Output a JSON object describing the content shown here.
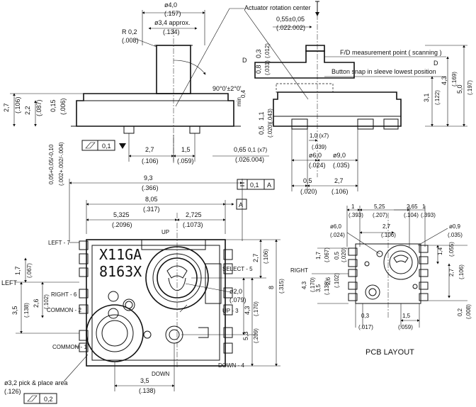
{
  "side_view_left": {
    "dia_4": "ø4,0",
    "dia_4_in": "(.157)",
    "dia_34": "ø3,4 approx.",
    "dia_34_in": "(.134)",
    "radius": "R 0,2",
    "radius_in": "(.008)",
    "angle": "90°0'±2°0'",
    "h27": "2,7",
    "h27_in": "(.106)",
    "h22": "2,2",
    "h22_in": "(.087)",
    "h015": "0,15",
    "h015_in": "(.006)",
    "flat": "0,1",
    "tol_left": "0,05+0,05/-0,10",
    "tol_left_in": "(.002+.002/-.004)",
    "w27": "2,7",
    "w27_in": "(.106)",
    "w15": "1,5",
    "w15_in": "(.059)",
    "pitch": "0,65",
    "pitch_tol": "0,1 (x7)",
    "pitch_in": "(.026.004)"
  },
  "side_view_right": {
    "rot_center": "Actuator rotation center",
    "d055": "0,55±0,05",
    "d055_in": "(.022.002)",
    "v03": "0,3",
    "v03_in": "(.012)",
    "v08": "0,8",
    "v08_in": "(.031)",
    "fd_point": "F/D measurement point ( scanning )",
    "snap": "Button snap in sleeve lowest position",
    "label_d": "D",
    "min": "min",
    "min_val": "0,4",
    "v11": "1,1",
    "v11_in": "(.043)",
    "v05": "0,5",
    "v05_in": "(.020)",
    "v31": "3,1",
    "v31_in": "(.122)",
    "v43": "4,3",
    "v43_in": "(.169)",
    "v50": "5,0",
    "v50_in": "(.197)",
    "w10": "1,0 (x7)",
    "w10_in": "(.039)",
    "dia6": "ø6,0",
    "dia6_in": "(.024)",
    "dia9": "ø9,0",
    "dia9_in": "(.035)",
    "b05": "0,5",
    "b05_in": "(.020)",
    "b27": "2,7",
    "b27_in": "(.106)"
  },
  "top_view": {
    "w93": "9,3",
    "w93_in": "(.366)",
    "w805": "8,05",
    "w805_in": "(.317)",
    "w5325": "5,325",
    "w5325_in": "(.2096)",
    "w2725": "2,725",
    "w2725_in": "(.1073)",
    "par_tol": "0,1",
    "datum_a": "A",
    "marking_1": "X11GA",
    "marking_2": "8163X",
    "up": "UP",
    "down": "DOWN",
    "left7": "LEFT - 7",
    "left": "LEFT",
    "right6": "RIGHT - 6",
    "common2": "COMMON - 2",
    "common1": "COMMON - 1",
    "select5": "SELECT - 5",
    "up3": "UP - 3",
    "down4": "DOWN - 4",
    "v17": "1,7",
    "v17_in": "(.067)",
    "v26": "2,6",
    "v26_in": "(.102)",
    "v35": "3,5",
    "v35_in": "(.138)",
    "dia2": "ø2,0",
    "dia2_in": "(.079)",
    "r27": "2,7",
    "r27_in": "(.106)",
    "r43": "4,3",
    "r43_in": "(.170)",
    "r53": "5,3",
    "r53_in": "(.209)",
    "r8": "8",
    "r8_in": "(.315)",
    "pick": "ø3,2 pick & place area",
    "pick_in": "(.126)",
    "flat02": "0,2",
    "b35": "3,5",
    "b35_in": "(.138)"
  },
  "pcb": {
    "title": "PCB LAYOUT",
    "t1": "1",
    "t1_in": "(.393)",
    "t525": "5,25",
    "t525_in": "(.207)",
    "t265": "2,65",
    "t265_in": "(.104)",
    "t1b": "1",
    "t1b_in": "(.393)",
    "d6": "ø6,0",
    "d6_in": "(.024)",
    "t27": "2,7",
    "t27_in": "(.106)",
    "d09": "ø0,9",
    "d09_in": "(.035)",
    "l17": "1,7",
    "l17_in": "(.067)",
    "l05": "0,5",
    "l05_in": "(.020)",
    "l26": "2,6",
    "l26_in": "(.102)",
    "l43": "4,3",
    "l43_in": "(.170)",
    "l35": "3,5",
    "l35_in": "(.138)",
    "right": "RIGHT",
    "r14": "1,4",
    "r14_in": "(.055)",
    "r27": "2,7",
    "r27_in": "(.106)",
    "r02": "0,2",
    "r02_in": "(.008)",
    "b03": "0,3",
    "b03_in": "(.017)",
    "b15": "1,5",
    "b15_in": "(.059)"
  }
}
